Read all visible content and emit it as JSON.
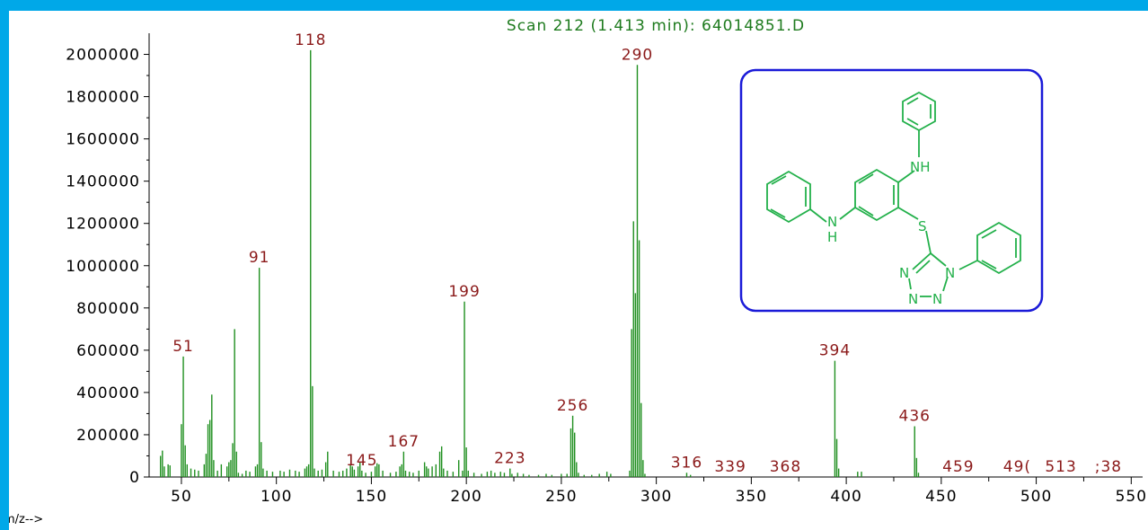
{
  "chart_data": {
    "type": "bar",
    "title": "Scan 212 (1.413 min): 64014851.D",
    "xlabel": "m/z-->",
    "xlim": [
      33,
      556
    ],
    "ylim": [
      0,
      2100000
    ],
    "xticks": [
      50,
      100,
      150,
      200,
      250,
      300,
      350,
      400,
      450,
      500,
      550
    ],
    "ytick_labels": [
      "0",
      "200000",
      "400000",
      "600000",
      "800000",
      "1000000",
      "1200000",
      "1400000",
      "1600000",
      "1800000",
      "2000000"
    ],
    "yticks": [
      0,
      200000,
      400000,
      600000,
      800000,
      1000000,
      1200000,
      1400000,
      1600000,
      1800000,
      2000000
    ],
    "bar_color": "#1f8f1f",
    "label_color": "#8b1a1a",
    "title_color": "#1e7b1e",
    "peaks": [
      {
        "x": 39,
        "y": 100000
      },
      {
        "x": 40,
        "y": 125000
      },
      {
        "x": 41,
        "y": 50000
      },
      {
        "x": 43,
        "y": 60000
      },
      {
        "x": 44,
        "y": 55000
      },
      {
        "x": 50,
        "y": 250000
      },
      {
        "x": 51,
        "y": 570000
      },
      {
        "x": 52,
        "y": 150000
      },
      {
        "x": 53,
        "y": 60000
      },
      {
        "x": 55,
        "y": 40000
      },
      {
        "x": 57,
        "y": 35000
      },
      {
        "x": 59,
        "y": 30000
      },
      {
        "x": 62,
        "y": 60000
      },
      {
        "x": 63,
        "y": 110000
      },
      {
        "x": 64,
        "y": 250000
      },
      {
        "x": 65,
        "y": 270000
      },
      {
        "x": 66,
        "y": 390000
      },
      {
        "x": 67,
        "y": 80000
      },
      {
        "x": 69,
        "y": 30000
      },
      {
        "x": 71,
        "y": 60000
      },
      {
        "x": 74,
        "y": 50000
      },
      {
        "x": 75,
        "y": 70000
      },
      {
        "x": 76,
        "y": 80000
      },
      {
        "x": 77,
        "y": 160000
      },
      {
        "x": 78,
        "y": 700000
      },
      {
        "x": 79,
        "y": 120000
      },
      {
        "x": 80,
        "y": 20000
      },
      {
        "x": 82,
        "y": 15000
      },
      {
        "x": 84,
        "y": 30000
      },
      {
        "x": 86,
        "y": 25000
      },
      {
        "x": 89,
        "y": 50000
      },
      {
        "x": 90,
        "y": 60000
      },
      {
        "x": 91,
        "y": 990000
      },
      {
        "x": 92,
        "y": 165000
      },
      {
        "x": 93,
        "y": 40000
      },
      {
        "x": 95,
        "y": 30000
      },
      {
        "x": 98,
        "y": 25000
      },
      {
        "x": 102,
        "y": 30000
      },
      {
        "x": 104,
        "y": 25000
      },
      {
        "x": 107,
        "y": 35000
      },
      {
        "x": 110,
        "y": 30000
      },
      {
        "x": 112,
        "y": 25000
      },
      {
        "x": 115,
        "y": 40000
      },
      {
        "x": 116,
        "y": 50000
      },
      {
        "x": 117,
        "y": 60000
      },
      {
        "x": 118,
        "y": 2020000
      },
      {
        "x": 119,
        "y": 430000
      },
      {
        "x": 120,
        "y": 40000
      },
      {
        "x": 122,
        "y": 30000
      },
      {
        "x": 124,
        "y": 35000
      },
      {
        "x": 126,
        "y": 70000
      },
      {
        "x": 127,
        "y": 120000
      },
      {
        "x": 130,
        "y": 30000
      },
      {
        "x": 133,
        "y": 25000
      },
      {
        "x": 135,
        "y": 30000
      },
      {
        "x": 137,
        "y": 40000
      },
      {
        "x": 139,
        "y": 60000
      },
      {
        "x": 140,
        "y": 50000
      },
      {
        "x": 141,
        "y": 35000
      },
      {
        "x": 143,
        "y": 50000
      },
      {
        "x": 144,
        "y": 70000
      },
      {
        "x": 145,
        "y": 30000
      },
      {
        "x": 147,
        "y": 20000
      },
      {
        "x": 150,
        "y": 25000
      },
      {
        "x": 152,
        "y": 50000
      },
      {
        "x": 153,
        "y": 65000
      },
      {
        "x": 154,
        "y": 60000
      },
      {
        "x": 156,
        "y": 30000
      },
      {
        "x": 160,
        "y": 20000
      },
      {
        "x": 163,
        "y": 25000
      },
      {
        "x": 165,
        "y": 50000
      },
      {
        "x": 166,
        "y": 60000
      },
      {
        "x": 167,
        "y": 120000
      },
      {
        "x": 168,
        "y": 30000
      },
      {
        "x": 170,
        "y": 25000
      },
      {
        "x": 172,
        "y": 20000
      },
      {
        "x": 175,
        "y": 30000
      },
      {
        "x": 178,
        "y": 70000
      },
      {
        "x": 179,
        "y": 50000
      },
      {
        "x": 180,
        "y": 40000
      },
      {
        "x": 182,
        "y": 50000
      },
      {
        "x": 184,
        "y": 60000
      },
      {
        "x": 186,
        "y": 120000
      },
      {
        "x": 187,
        "y": 145000
      },
      {
        "x": 188,
        "y": 40000
      },
      {
        "x": 190,
        "y": 30000
      },
      {
        "x": 193,
        "y": 25000
      },
      {
        "x": 196,
        "y": 80000
      },
      {
        "x": 198,
        "y": 30000
      },
      {
        "x": 199,
        "y": 830000
      },
      {
        "x": 200,
        "y": 140000
      },
      {
        "x": 201,
        "y": 30000
      },
      {
        "x": 204,
        "y": 20000
      },
      {
        "x": 208,
        "y": 15000
      },
      {
        "x": 211,
        "y": 25000
      },
      {
        "x": 213,
        "y": 30000
      },
      {
        "x": 215,
        "y": 20000
      },
      {
        "x": 218,
        "y": 25000
      },
      {
        "x": 220,
        "y": 20000
      },
      {
        "x": 223,
        "y": 40000
      },
      {
        "x": 224,
        "y": 15000
      },
      {
        "x": 227,
        "y": 20000
      },
      {
        "x": 230,
        "y": 15000
      },
      {
        "x": 233,
        "y": 10000
      },
      {
        "x": 238,
        "y": 10000
      },
      {
        "x": 242,
        "y": 15000
      },
      {
        "x": 245,
        "y": 10000
      },
      {
        "x": 250,
        "y": 15000
      },
      {
        "x": 253,
        "y": 15000
      },
      {
        "x": 255,
        "y": 230000
      },
      {
        "x": 256,
        "y": 290000
      },
      {
        "x": 257,
        "y": 210000
      },
      {
        "x": 258,
        "y": 70000
      },
      {
        "x": 259,
        "y": 20000
      },
      {
        "x": 262,
        "y": 10000
      },
      {
        "x": 266,
        "y": 10000
      },
      {
        "x": 270,
        "y": 15000
      },
      {
        "x": 274,
        "y": 25000
      },
      {
        "x": 276,
        "y": 15000
      },
      {
        "x": 286,
        "y": 30000
      },
      {
        "x": 287,
        "y": 700000
      },
      {
        "x": 288,
        "y": 1210000
      },
      {
        "x": 289,
        "y": 870000
      },
      {
        "x": 290,
        "y": 1950000
      },
      {
        "x": 291,
        "y": 1120000
      },
      {
        "x": 292,
        "y": 350000
      },
      {
        "x": 293,
        "y": 80000
      },
      {
        "x": 294,
        "y": 15000
      },
      {
        "x": 316,
        "y": 20000
      },
      {
        "x": 318,
        "y": 10000
      },
      {
        "x": 394,
        "y": 550000
      },
      {
        "x": 395,
        "y": 180000
      },
      {
        "x": 396,
        "y": 40000
      },
      {
        "x": 406,
        "y": 25000
      },
      {
        "x": 408,
        "y": 25000
      },
      {
        "x": 436,
        "y": 240000
      },
      {
        "x": 437,
        "y": 90000
      },
      {
        "x": 438,
        "y": 20000
      }
    ],
    "labels": [
      {
        "text": "51",
        "x": 51,
        "y": 570000
      },
      {
        "text": "91",
        "x": 91,
        "y": 990000
      },
      {
        "text": "118",
        "x": 118,
        "y": 2020000
      },
      {
        "text": "145",
        "x": 145,
        "y": 30000
      },
      {
        "text": "167",
        "x": 167,
        "y": 120000
      },
      {
        "text": "199",
        "x": 199,
        "y": 830000
      },
      {
        "text": "223",
        "x": 223,
        "y": 40000
      },
      {
        "text": "256",
        "x": 256,
        "y": 290000
      },
      {
        "text": "290",
        "x": 290,
        "y": 1950000
      },
      {
        "text": "316",
        "x": 316,
        "y": 20000
      },
      {
        "text": "339",
        "x": 339,
        "y": 0
      },
      {
        "text": "368",
        "x": 368,
        "y": 0
      },
      {
        "text": "394",
        "x": 394,
        "y": 550000
      },
      {
        "text": "436",
        "x": 436,
        "y": 240000
      },
      {
        "text": "459",
        "x": 459,
        "y": 0
      },
      {
        "text": "49(",
        "x": 490,
        "y": 0
      },
      {
        "text": "513",
        "x": 513,
        "y": 0
      },
      {
        "text": ";38",
        "x": 538,
        "y": 0
      }
    ]
  },
  "structure": {
    "atom_labels": [
      "NH",
      "N",
      "H",
      "S",
      "N",
      "N",
      "N",
      "N"
    ],
    "box_color": "#1a1ad8",
    "line_color": "#22b04a"
  }
}
